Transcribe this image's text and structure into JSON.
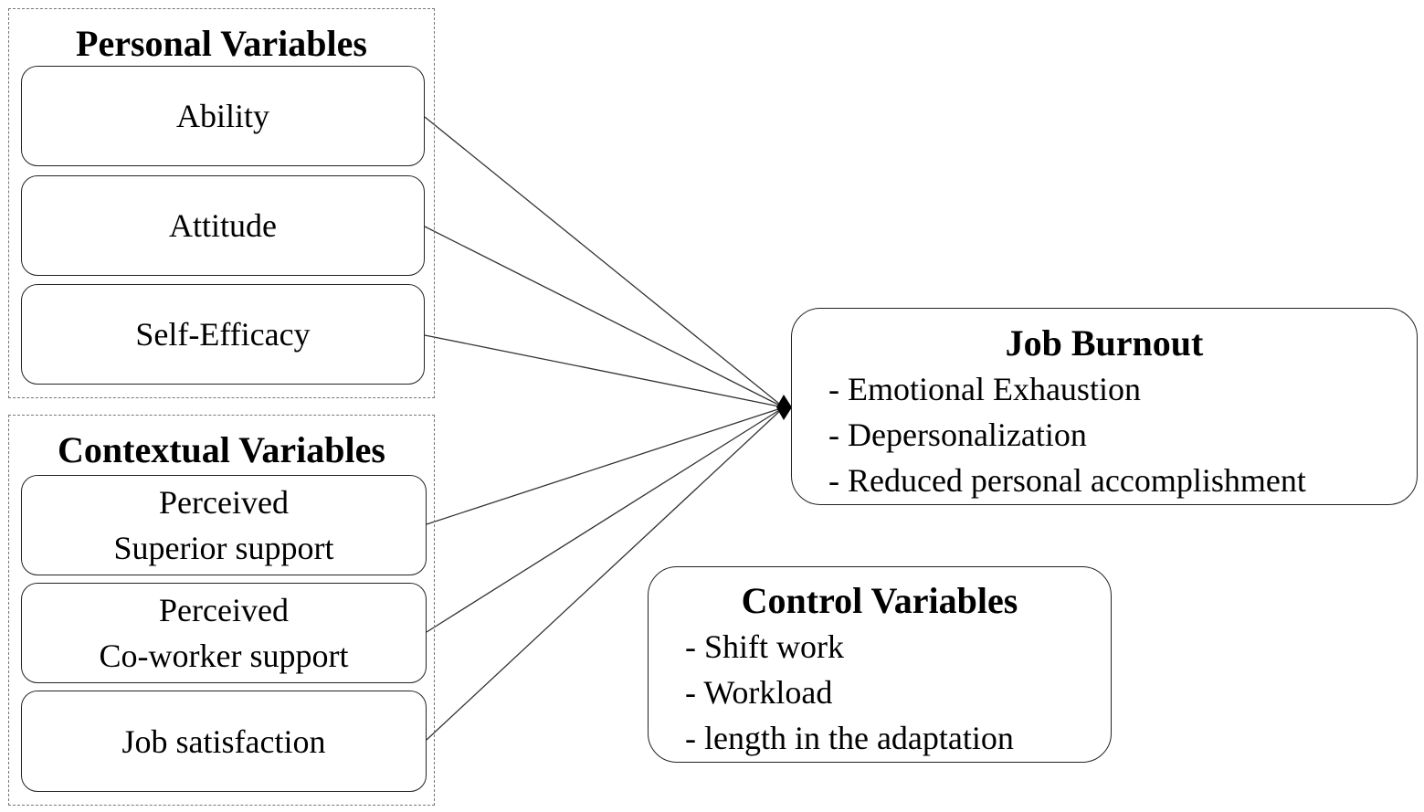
{
  "personal": {
    "title": "Personal Variables",
    "items": [
      {
        "lines": [
          "Ability"
        ]
      },
      {
        "lines": [
          "Attitude"
        ]
      },
      {
        "lines": [
          "Self-Efficacy"
        ]
      }
    ]
  },
  "contextual": {
    "title": "Contextual Variables",
    "items": [
      {
        "lines": [
          "Perceived",
          "Superior support"
        ]
      },
      {
        "lines": [
          "Perceived",
          "Co-worker support"
        ]
      },
      {
        "lines": [
          "Job satisfaction"
        ]
      }
    ]
  },
  "outcome": {
    "title": "Job Burnout",
    "items": [
      "- Emotional Exhaustion",
      "- Depersonalization",
      "- Reduced personal accomplishment"
    ]
  },
  "controls": {
    "title": "Control Variables",
    "items": [
      "- Shift work",
      "- Workload",
      "- length in the adaptation"
    ]
  }
}
